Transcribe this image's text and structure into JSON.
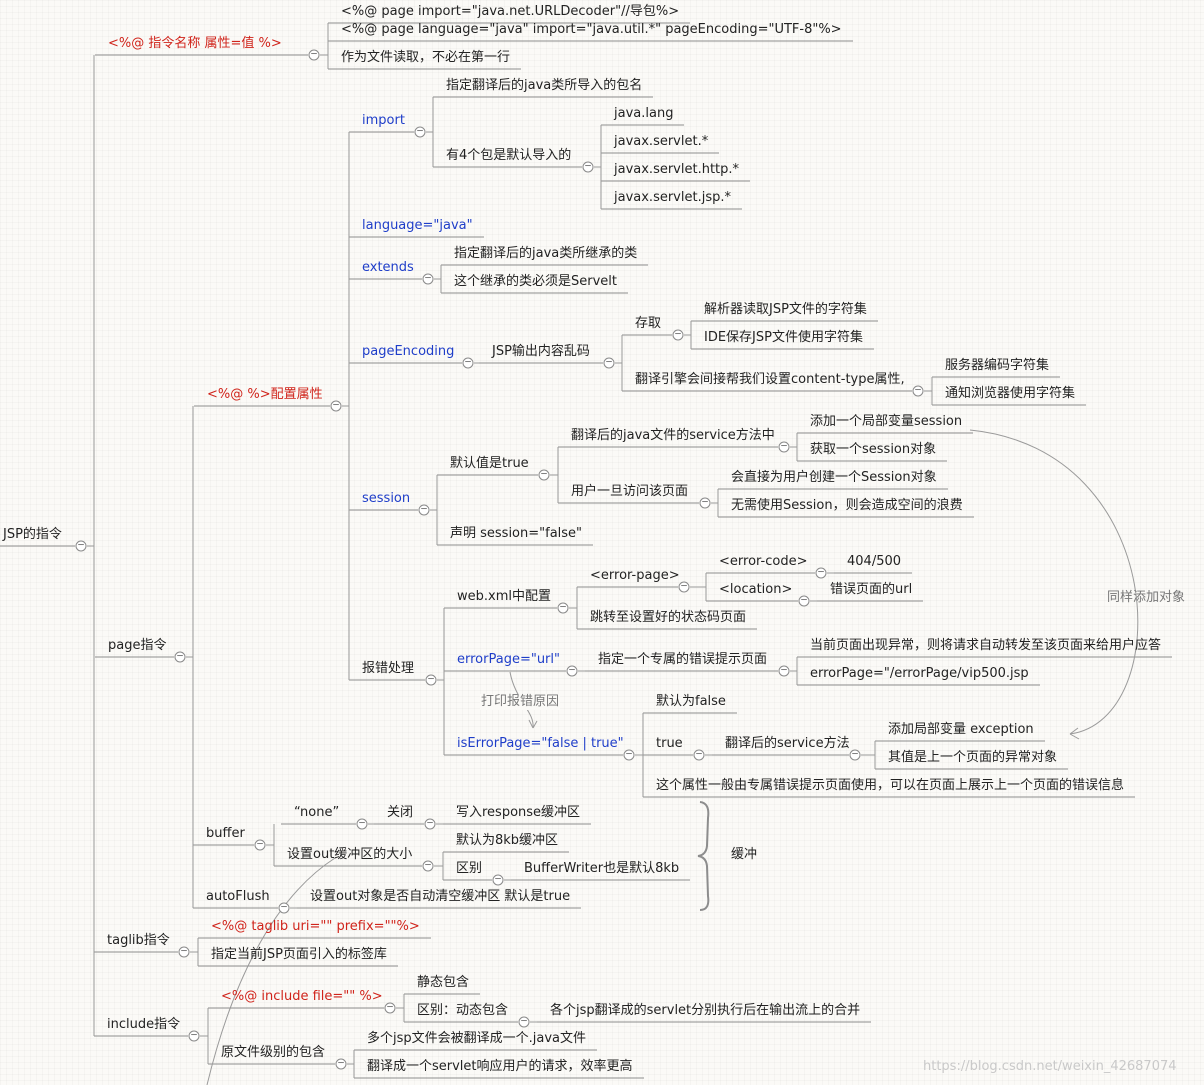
{
  "root": "JSP的指令",
  "directive_syntax": {
    "label": "<%@  指令名称   属性=值   %>",
    "import_example_1": "<%@ page import=\"java.net.URLDecoder\"//导包%>",
    "import_example_2": "<%@ page language=\"java\" import=\"java.util.*\" pageEncoding=\"UTF-8\"%>",
    "note": "作为文件读取，不必在第一行"
  },
  "page": {
    "label": "page指令",
    "config": {
      "label": "<%@ %>配置属性",
      "import": {
        "label": "import",
        "desc": "指定翻译后的java类所导入的包名",
        "defaults_label": "有4个包是默认导入的",
        "defaults": [
          "java.lang",
          "javax.servlet.*",
          "javax.servlet.http.*",
          "javax.servlet.jsp.*"
        ]
      },
      "language": "language=\"java\"",
      "extends": {
        "label": "extends",
        "desc1": "指定翻译后的java类所继承的类",
        "desc2": "这个继承的类必须是Servelt"
      },
      "pageEncoding": {
        "label": "pageEncoding",
        "problem": "JSP输出内容乱码",
        "storage": "存取",
        "storage1": "解析器读取JSP文件的字符集",
        "storage2": "IDE保存JSP文件使用字符集",
        "translate": "翻译引擎会间接帮我们设置content-type属性,",
        "translate1": "服务器编码字符集",
        "translate2": "通知浏览器使用字符集"
      },
      "session": {
        "label": "session",
        "default": "默认值是true",
        "service": "翻译后的java文件的service方法中",
        "service1": "添加一个局部变量session",
        "service2": "获取一个session对象",
        "visit": "用户一旦访问该页面",
        "visit1": "会直接为用户创建一个Session对象",
        "visit2": "无需使用Session，则会造成空间的浪费",
        "declare": "声明 session=\"false\""
      },
      "error": {
        "label": "报错处理",
        "webxml": "web.xml中配置",
        "errorpage_tag": "<error-page>",
        "error_code": "<error-code>",
        "error_code_val": "404/500",
        "location": "<location>",
        "location_val": "错误页面的url",
        "jump": "跳转至设置好的状态码页面",
        "errorPage": "errorPage=\"url\"",
        "errorPage_desc": "指定一个专属的错误提示页面",
        "errorPage1": "当前页面出现异常，则将请求自动转发至该页面来给用户应答",
        "errorPage2": "errorPage=\"/errorPage/vip500.jsp",
        "print_cause": "打印报错原因",
        "isErrorPage": "isErrorPage=\"false | true\"",
        "default_false": "默认为false",
        "true_label": "true",
        "true_service": "翻译后的service方法",
        "true1": "添加局部变量   exception",
        "true2": "其值是上一个页面的异常对象",
        "usage": "这个属性一般由专属错误提示页面使用，可以在页面上展示上一个页面的错误信息"
      },
      "same_add": "同样添加对象"
    },
    "buffer": {
      "label": "buffer",
      "none": "“none”",
      "close": "关闭",
      "write": "写入response缓冲区",
      "size": "设置out缓冲区的大小",
      "default8": "默认为8kb缓冲区",
      "diff": "区别",
      "bw": "BufferWriter也是默认8kb"
    },
    "autoFlush": {
      "label": "autoFlush",
      "desc": "设置out对象是否自动清空缓冲区 默认是true"
    },
    "huanchong": "缓冲"
  },
  "taglib": {
    "label": "taglib指令",
    "syntax": "<%@ taglib uri=\"\" prefix=\"\"%>",
    "desc": "指定当前JSP页面引入的标签库"
  },
  "include": {
    "label": "include指令",
    "syntax": "<%@ include file=\"\" %>",
    "static": "静态包含",
    "diff": "区别：动态包含",
    "diff_desc": "各个jsp翻译成的servlet分别执行后在输出流上的合并",
    "file_level": "原文件级别的包含",
    "file1": "多个jsp文件会被翻译成一个.java文件",
    "file2": "翻译成一个servlet响应用户的请求，效率更高"
  },
  "watermark": "https://blog.csdn.net/weixin_42687074"
}
